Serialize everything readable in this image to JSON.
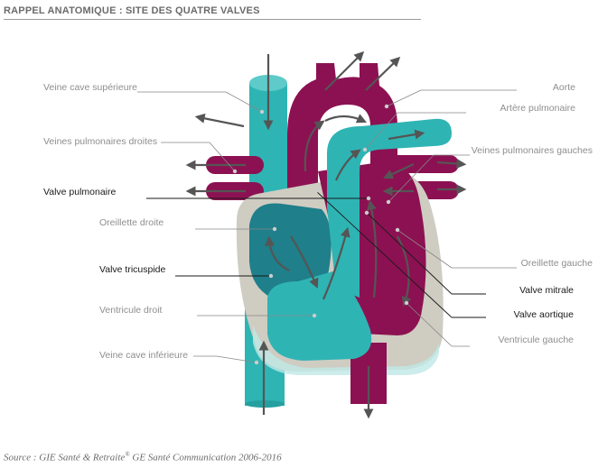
{
  "header": {
    "title": "RAPPEL ANATOMIQUE : SITE DES QUATRE VALVES"
  },
  "labels": {
    "veine_cave_superieure": "Veine cave supérieure",
    "veines_pulmonaires_droites": "Veines pulmonaires droites",
    "valve_pulmonaire": "Valve pulmonaire",
    "oreillette_droite": "Oreillette droite",
    "valve_tricuspide": "Valve tricuspide",
    "ventricule_droit": "Ventricule droit",
    "veine_cave_inferieure": "Veine cave inférieure",
    "aorte": "Aorte",
    "artere_pulmonaire": "Artère pulmonaire",
    "veines_pulmonaires_gauches": "Veines pulmonaires gauches",
    "oreillette_gauche": "Oreillette gauche",
    "valve_mitrale": "Valve mitrale",
    "valve_aortique": "Valve aortique",
    "ventricule_gauche": "Ventricule gauche"
  },
  "source": {
    "prefix": "Source : GIE Santé & Retraite",
    "sup": "®",
    "suffix": " GE Santé Communication 2006-2016"
  },
  "colors": {
    "oxygenated": "#8c1152",
    "deoxygenated": "#2fb4b4",
    "deoxygenated_dark": "#1f7f8a",
    "wall": "#cfccc2",
    "arrow": "#555555",
    "leader": "#888888"
  }
}
